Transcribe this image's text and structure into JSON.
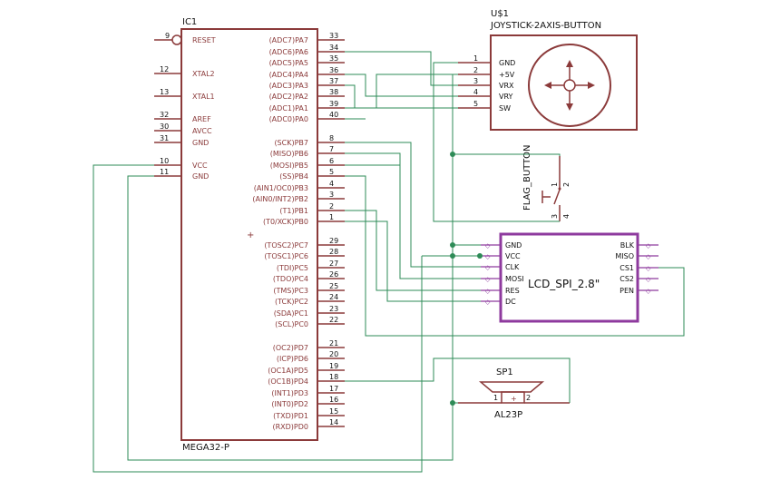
{
  "colors": {
    "body": "#8b3a3a",
    "wire": "#2e8b57",
    "lcd": "#8e3a9e",
    "junction": "#2e8b57"
  },
  "ic1": {
    "name": "IC1",
    "value": "MEGA32-P",
    "left_pins": [
      {
        "num": "9",
        "label": "RESET"
      },
      {
        "num": "12",
        "label": "XTAL2"
      },
      {
        "num": "13",
        "label": "XTAL1"
      },
      {
        "num": "32",
        "label": "AREF"
      },
      {
        "num": "30",
        "label": "AVCC"
      },
      {
        "num": "31",
        "label": "GND"
      },
      {
        "num": "10",
        "label": "VCC"
      },
      {
        "num": "11",
        "label": "GND"
      }
    ],
    "right_pins": [
      {
        "num": "33",
        "label": "(ADC7)PA7"
      },
      {
        "num": "34",
        "label": "(ADC6)PA6"
      },
      {
        "num": "35",
        "label": "(ADC5)PA5"
      },
      {
        "num": "36",
        "label": "(ADC4)PA4"
      },
      {
        "num": "37",
        "label": "(ADC3)PA3"
      },
      {
        "num": "38",
        "label": "(ADC2)PA2"
      },
      {
        "num": "39",
        "label": "(ADC1)PA1"
      },
      {
        "num": "40",
        "label": "(ADC0)PA0"
      },
      {
        "num": "8",
        "label": "(SCK)PB7"
      },
      {
        "num": "7",
        "label": "(MISO)PB6"
      },
      {
        "num": "6",
        "label": "(MOSI)PB5"
      },
      {
        "num": "5",
        "label": "(SS)PB4"
      },
      {
        "num": "4",
        "label": "(AIN1/OC0)PB3"
      },
      {
        "num": "3",
        "label": "(AIN0/INT2)PB2"
      },
      {
        "num": "2",
        "label": "(T1)PB1"
      },
      {
        "num": "1",
        "label": "(T0/XCK)PB0"
      },
      {
        "num": "29",
        "label": "(TOSC2)PC7"
      },
      {
        "num": "28",
        "label": "(TOSC1)PC6"
      },
      {
        "num": "27",
        "label": "(TDI)PC5"
      },
      {
        "num": "26",
        "label": "(TDO)PC4"
      },
      {
        "num": "25",
        "label": "(TMS)PC3"
      },
      {
        "num": "24",
        "label": "(TCK)PC2"
      },
      {
        "num": "23",
        "label": "(SDA)PC1"
      },
      {
        "num": "22",
        "label": "(SCL)PC0"
      },
      {
        "num": "21",
        "label": "(OC2)PD7"
      },
      {
        "num": "20",
        "label": "(ICP)PD6"
      },
      {
        "num": "19",
        "label": "(OC1A)PD5"
      },
      {
        "num": "18",
        "label": "(OC1B)PD4"
      },
      {
        "num": "17",
        "label": "(INT1)PD3"
      },
      {
        "num": "16",
        "label": "(INT0)PD2"
      },
      {
        "num": "15",
        "label": "(TXD)PD1"
      },
      {
        "num": "14",
        "label": "(RXD)PD0"
      }
    ]
  },
  "joystick": {
    "name": "U$1",
    "value": "JOYSTICK-2AXIS-BUTTON",
    "pins": [
      {
        "num": "1",
        "label": "GND"
      },
      {
        "num": "2",
        "label": "+5V"
      },
      {
        "num": "3",
        "label": "VRX"
      },
      {
        "num": "4",
        "label": "VRY"
      },
      {
        "num": "5",
        "label": "SW"
      }
    ]
  },
  "flag_button": {
    "name": "FLAG_BUTTON",
    "pins": [
      "1",
      "2",
      "3",
      "4"
    ]
  },
  "lcd": {
    "title": "LCD_SPI_2.8\"",
    "left_pins": [
      "GND",
      "VCC",
      "CLK",
      "MOSI",
      "RES",
      "DC"
    ],
    "right_pins": [
      "BLK",
      "MISO",
      "CS1",
      "CS2",
      "PEN"
    ]
  },
  "speaker": {
    "name": "SP1",
    "value": "AL23P",
    "pin1": "1",
    "pin2": "2"
  },
  "origin_mark": "+"
}
